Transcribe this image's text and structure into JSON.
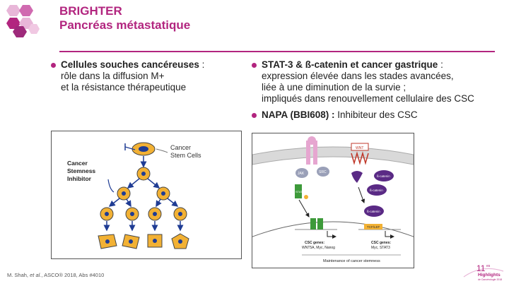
{
  "header": {
    "title_line1": "BRIGHTER",
    "title_line2": "Pancréas métastatique"
  },
  "left_bullet": {
    "bold": "Cellules souches cancéreuses",
    "rest": " :",
    "line2": "rôle dans la diffusion M+",
    "line3": "et la résistance thérapeutique"
  },
  "right_bullets": [
    {
      "bold": "STAT-3 & ß-catenin et cancer gastrique",
      "rest": " :",
      "line2": "expression élevée dans les stades avancées,",
      "line3": "liée à une diminution de la survie ;",
      "line4": "impliqués dans renouvellement cellulaire des CSC"
    },
    {
      "bold": "NAPA (BBI608) :",
      "rest": " Inhibiteur des CSC"
    }
  ],
  "figure_left": {
    "cancer_stem_cells_line1": "Cancer",
    "cancer_stem_cells_line2": "Stem Cells",
    "inhibitor_line1": "Cancer",
    "inhibitor_line2": "Stemness",
    "inhibitor_line3": "Inhibitor"
  },
  "figure_right": {
    "receptor_label": "WNT",
    "jak": "JAK",
    "src": "SRC",
    "stat3": "STAT3",
    "bcat1": "ß-catenin",
    "bcat2": "ß-catenin",
    "bcat3": "ß-catenin",
    "tcf": "TCF/LEF",
    "csc1_title": "CSC genes:",
    "csc1_genes": "WNT5A, Myc, Nanog",
    "csc2_title": "CSC genes:",
    "csc2_genes": "Myc, STAT3",
    "maintenance": "Maintenance of cancer stemness"
  },
  "footer": {
    "citation_prefix": "M. Shah, ",
    "citation_italic": "et al.",
    "citation_suffix": ", ASCO® 2018, Abs #4010"
  },
  "brand": {
    "number": "11",
    "ordinal": "es",
    "word": "Highlights",
    "sub": "de Cancérologie 2018"
  },
  "colors": {
    "accent": "#b2257f",
    "cell_fill": "#f2b134",
    "nucleus": "#1f3c94",
    "purple": "#5a2a85",
    "green": "#3d9a3a",
    "membrane": "#c9c9c9"
  }
}
